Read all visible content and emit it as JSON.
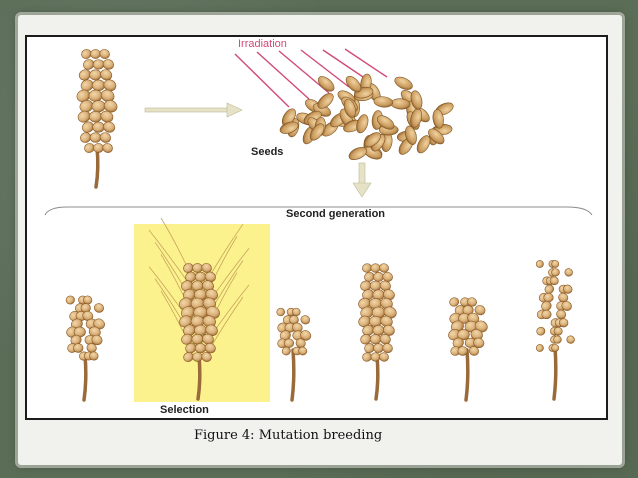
{
  "diagram": {
    "labels": {
      "irradiation": "Irradiation",
      "seeds": "Seeds",
      "second_generation": "Second generation",
      "selection": "Selection"
    },
    "caption": "Figure 4: Mutation breeding"
  },
  "colors": {
    "background": "#5b6d57",
    "slide": "#f1f1ee",
    "grain": "#d9b07a",
    "grain_dark": "#9c6a2e",
    "stem": "#9a6a3a",
    "selection_highlight": "#fbf28e",
    "irradiation_rays": "#d14a7a",
    "arrow": "#d8d4b8"
  }
}
